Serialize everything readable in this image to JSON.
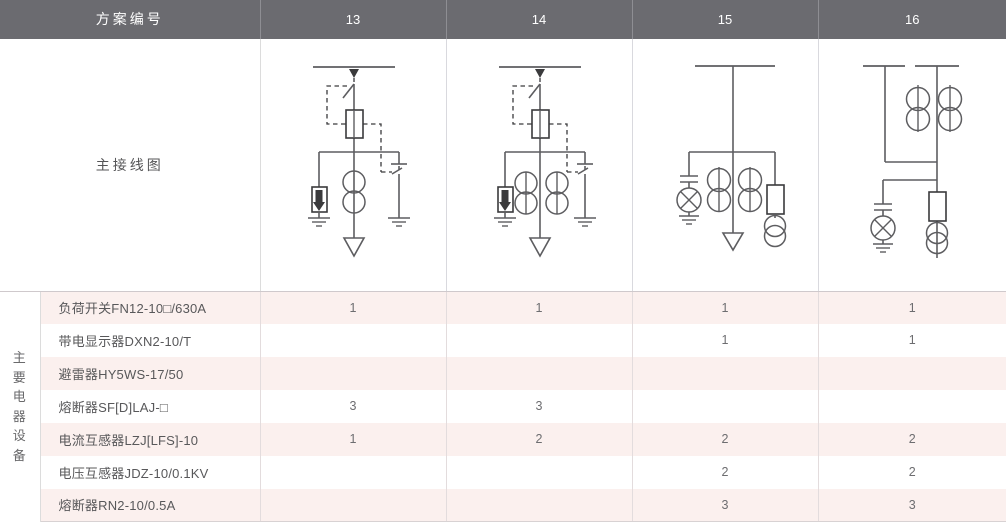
{
  "table": {
    "header": {
      "title": "方案编号",
      "columns": [
        "13",
        "14",
        "15",
        "16"
      ]
    },
    "diagram_row": {
      "label": "主接线图",
      "diagrams": [
        {
          "scheme": "13",
          "name": "load-switch-fuse-arrester-ct-cable",
          "components": [
            "busbar",
            "load-switch",
            "fuse",
            "arrester",
            "earthing-switch",
            "current-transformer-x2",
            "cable-termination"
          ]
        },
        {
          "scheme": "14",
          "name": "load-switch-fuse-arrester-ct-pairs-cable",
          "components": [
            "busbar",
            "load-switch",
            "fuse",
            "arrester",
            "earthing-switch",
            "current-transformer-x4",
            "cable-termination"
          ]
        },
        {
          "scheme": "15",
          "name": "busbar-pt-metering",
          "components": [
            "busbar",
            "live-display-indicator",
            "current-transformer-x4",
            "fuse",
            "voltage-transformer",
            "cable-termination"
          ]
        },
        {
          "scheme": "16",
          "name": "dual-busbar-pt-metering",
          "components": [
            "busbar-split",
            "current-transformer-x4",
            "live-display-indicator",
            "fuse",
            "voltage-transformer"
          ]
        }
      ]
    },
    "group_label": "主要电器设备",
    "rows": [
      {
        "label": "负荷开关FN12-10□/630A",
        "values": [
          "1",
          "1",
          "1",
          "1"
        ]
      },
      {
        "label": "带电显示器DXN2-10/T",
        "values": [
          "",
          "",
          "1",
          "1"
        ]
      },
      {
        "label": "避雷器HY5WS-17/50",
        "values": [
          "",
          "",
          "",
          ""
        ]
      },
      {
        "label": "熔断器SF[D]LAJ-□",
        "values": [
          "3",
          "3",
          "",
          ""
        ]
      },
      {
        "label": "电流互感器LZJ[LFS]-10",
        "values": [
          "1",
          "2",
          "2",
          "2"
        ]
      },
      {
        "label": "电压互感器JDZ-10/0.1KV",
        "values": [
          "",
          "",
          "2",
          "2"
        ]
      },
      {
        "label": "熔断器RN2-10/0.5A",
        "values": [
          "",
          "",
          "3",
          "3"
        ]
      }
    ]
  },
  "colors": {
    "header_bg": "#6b6b70",
    "header_text": "#ffffff",
    "row_alt_bg": "#fbf0ee",
    "row_bg": "#ffffff",
    "text": "#58585a",
    "line": "#5d5d60"
  }
}
